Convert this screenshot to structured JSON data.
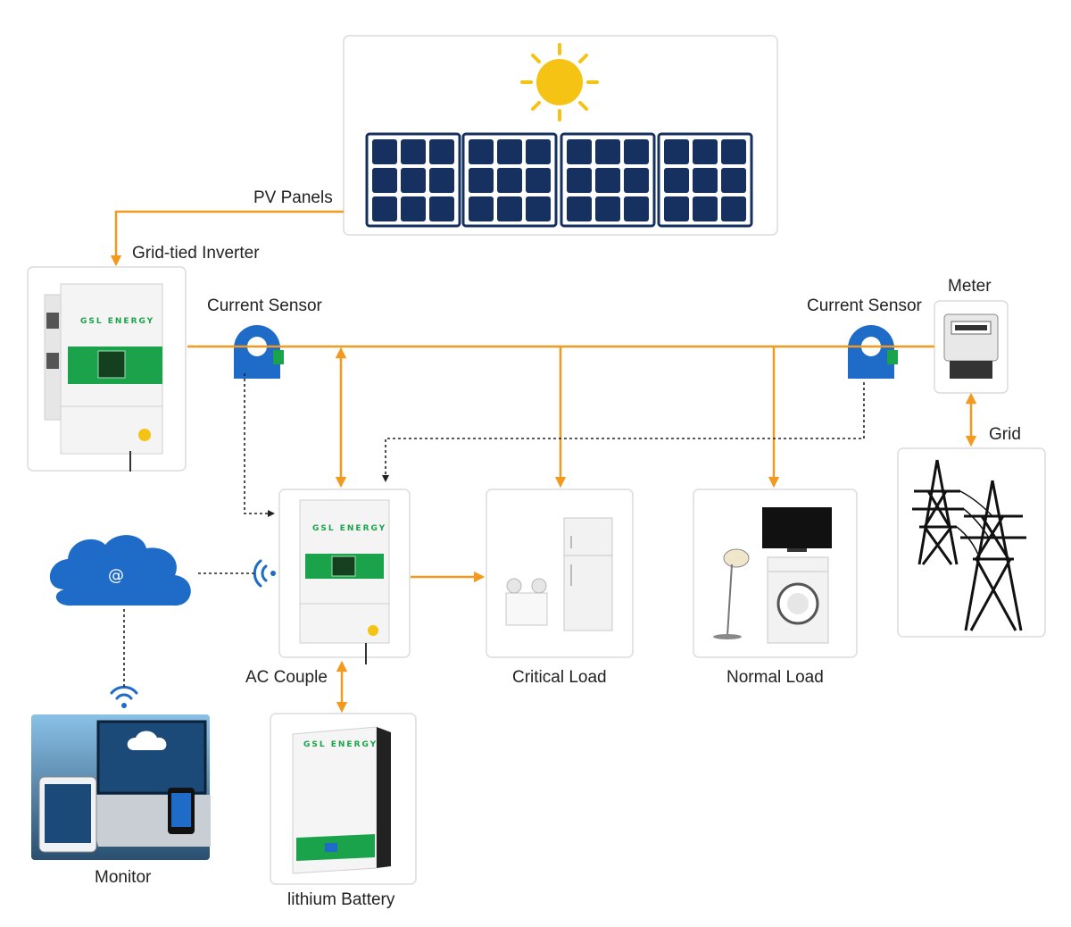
{
  "labels": {
    "pv_panels": "PV Panels",
    "grid_tied_inverter": "Grid-tied Inverter",
    "current_sensor_left": "Current Sensor",
    "current_sensor_right": "Current Sensor",
    "meter": "Meter",
    "grid": "Grid",
    "ac_couple": "AC Couple",
    "critical_load": "Critical Load",
    "normal_load": "Normal Load",
    "monitor": "Monitor",
    "lithium_battery": "lithium Battery"
  },
  "device_text": {
    "inverter_brand": "GSL ENERGY",
    "ac_couple_brand": "GSL ENERGY",
    "battery_brand": "GSL ENERGY",
    "cloud_symbol": "@"
  },
  "colors": {
    "power_line": "#f39a1e",
    "signal_line": "#222222",
    "brand_green": "#1aa34a",
    "sensor_blue": "#1f6bc8",
    "cloud_blue": "#1f6bc8",
    "panel_navy": "#16305f",
    "sun": "#f5c313"
  },
  "icons": [
    "sun-icon",
    "solar-panel-icon",
    "inverter-icon",
    "current-sensor-icon",
    "meter-icon",
    "transmission-tower-icon",
    "cloud-icon",
    "wifi-icon",
    "refrigerator-icon",
    "emergency-light-icon",
    "tv-icon",
    "washing-machine-icon",
    "floor-lamp-icon",
    "battery-icon",
    "laptop-icon"
  ]
}
